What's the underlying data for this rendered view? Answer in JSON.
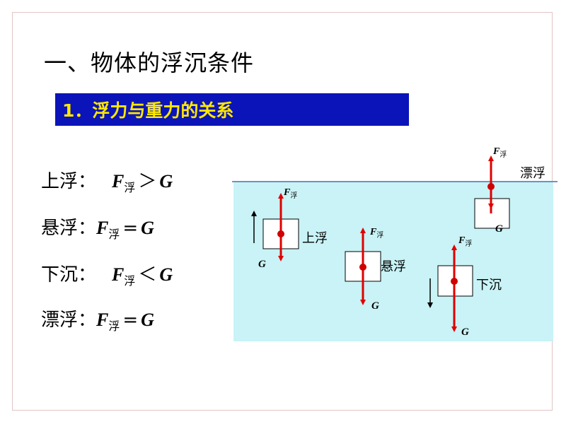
{
  "title": "一、物体的浮沉条件",
  "subtitle": "1．浮力与重力的关系",
  "conditions": [
    {
      "state": "上浮：",
      "F": "F",
      "sub": "浮",
      "relation": "＞",
      "G": "G"
    },
    {
      "state": "悬浮：",
      "F": "F",
      "sub": "浮",
      "relation": "=",
      "G": "G"
    },
    {
      "state": "下沉：",
      "F": "F",
      "sub": "浮",
      "relation": "＜",
      "G": "G"
    },
    {
      "state": "漂浮：",
      "F": "F",
      "sub": "浮",
      "relation": "=",
      "G": "G"
    }
  ],
  "diagram": {
    "force_F": "F",
    "force_F_sub": "浮",
    "force_G": "G",
    "labels": {
      "rising": "上浮",
      "suspended": "悬浮",
      "sinking": "下沉",
      "floating": "漂浮"
    },
    "colors": {
      "water": "#c9f3f6",
      "water_line": "#4a6fb0",
      "arrow": "#e00000",
      "dot": "#d00000"
    }
  }
}
